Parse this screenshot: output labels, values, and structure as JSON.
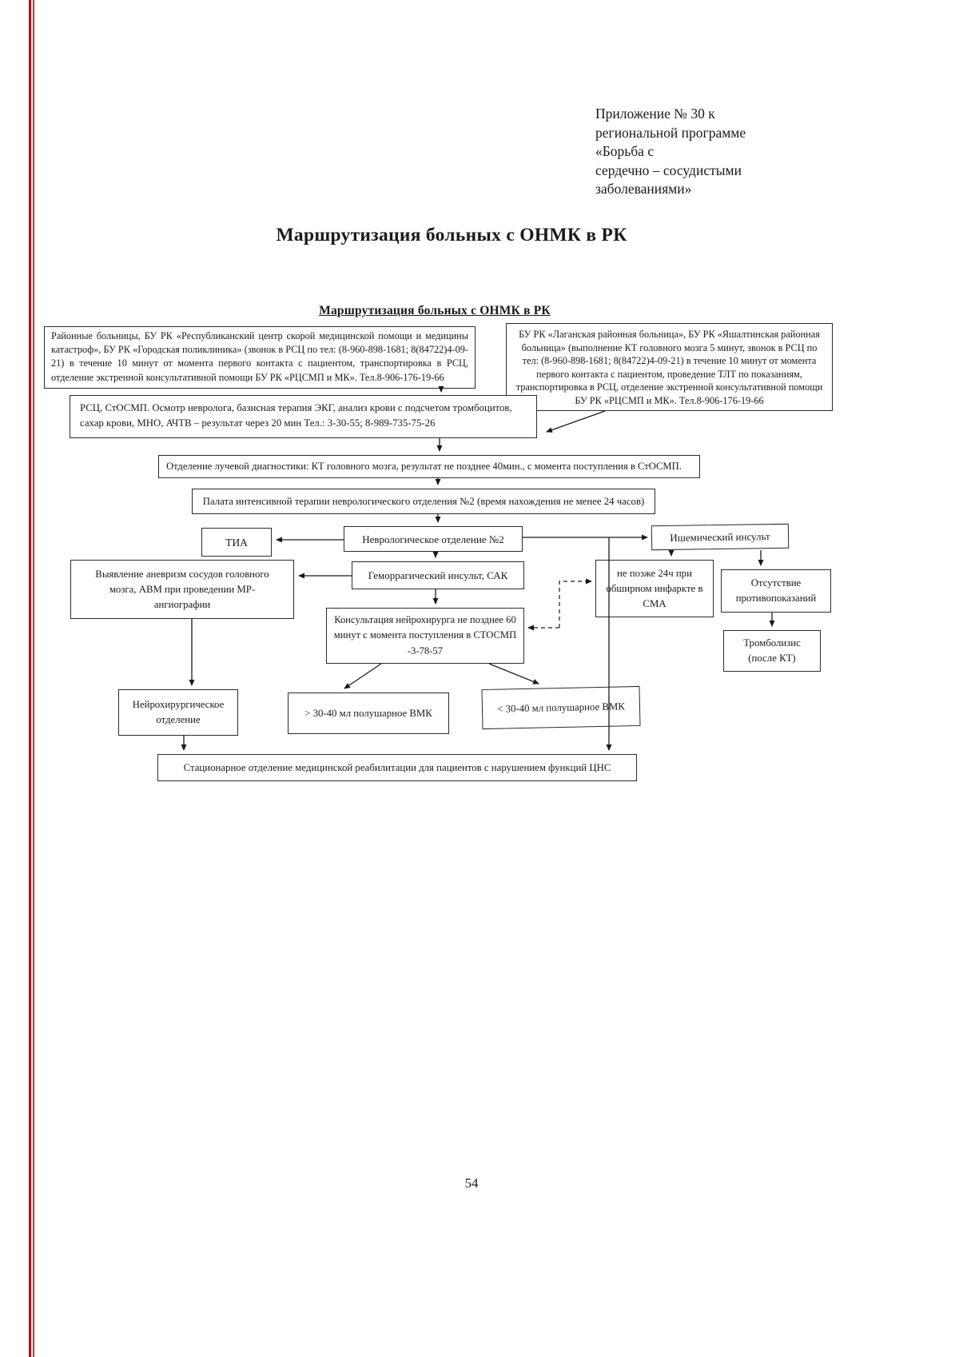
{
  "appendix": {
    "line1": "Приложение № 30 к",
    "line2": "региональной программе",
    "line3": "«Борьба с",
    "line4": "сердечно – сосудистыми",
    "line5": "заболеваниями»"
  },
  "title": "Маршрутизация больных с ОНМК в РК",
  "flowchart": {
    "subtitle": "Маршрутизация больных с ОНМК в РК",
    "boxes": {
      "district_hospitals": "Районные больницы, БУ РК «Республиканский центр скорой медицинской помощи и медицины катастроф», БУ РК «Городская поликлиника» (звонок в РСЦ по тел: (8-960-898-1681; 8(84722)4-09-21) в течение 10 минут от момента первого контакта с пациентом, транспортировка в РСЦ, отделение экстренной консультативной помощи БУ РК «РЦСМП и МК». Тел.8-906-176-19-66",
      "lagan_yashalta": "БУ РК «Лаганская районная больница», БУ РК «Яшалтинская районная больница» (выполнение КТ головного мозга 5 минут, звонок в РСЦ по тел: (8-960-898-1681; 8(84722)4-09-21) в течение 10 минут от момента первого контакта с пациентом, проведение ТЛТ по показаниям, транспортировка в РСЦ, отделение экстренной консультативной помощи БУ РК «РЦСМП и МК». Тел.8-906-176-19-66",
      "rsc_stosmp": "РСЦ, СтОСМП. Осмотр невролога, базисная терапия ЭКГ, анализ крови с подсчетом тромбоцитов, сахар крови, МНО, АЧТВ – результат через 20 мин  Тел.: 3-30-55; 8-989-735-75-26",
      "radiology": "Отделение лучевой диагностики: КТ головного мозга, результат не позднее 40мин., с момента поступления в СтОСМП.",
      "icu": "Палата интенсивной терапии неврологического отделения №2 (время нахождения не менее 24 часов)",
      "tia": "ТИА",
      "neuro_dept": "Неврологическое отделение №2",
      "ischemic": "Ишемический инсульт",
      "aneurysm": "Выявление аневризм сосудов головного мозга, АВМ при проведении МР-ангиографии",
      "hemorrhagic": "Геморрагический инсульт, САК",
      "within_24h": "не позже 24ч при обширном инфаркте в СМА",
      "no_contraindications": "Отсутствие противопоказаний",
      "neurosurgeon_consult": "Консультация нейрохирурга не позднее 60 минут с момента поступления в СТОСМП -3-78-57",
      "thrombolysis": "Тромболизис (после КТ)",
      "neurosurgery_dept": "Нейрохирургическое отделение",
      "vmk_more": "> 30-40 мл полушарное ВМК",
      "vmk_less": "< 30-40 мл полушарное ВМК",
      "rehab": "Стационарное отделение медицинской реабилитации для пациентов с нарушением функций ЦНС"
    }
  },
  "page": {
    "number": "54"
  },
  "colors": {
    "scan_line_red": "#c40000",
    "ink": "#1a1a1a",
    "box_border": "#2b2b2b"
  }
}
